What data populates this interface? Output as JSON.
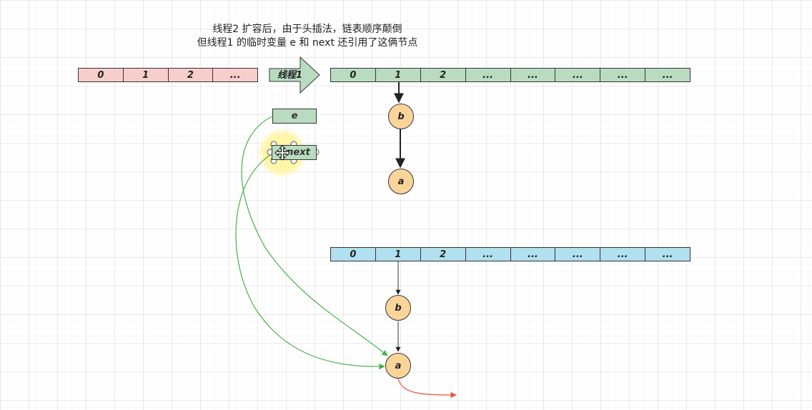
{
  "caption": {
    "line1": "线程2 扩容后，由于头插法，链表顺序颠倒",
    "line2": "但线程1 的临时变量 e 和 next 还引用了这俩节点"
  },
  "old_array": [
    "0",
    "1",
    "2",
    "..."
  ],
  "thread_arrow_label": "线程1",
  "table_top": [
    "0",
    "1",
    "2",
    "...",
    "...",
    "...",
    "...",
    "..."
  ],
  "table_bottom": [
    "0",
    "1",
    "2",
    "...",
    "...",
    "...",
    "...",
    "..."
  ],
  "top_chain": [
    "b",
    "a"
  ],
  "bottom_chain": [
    "b",
    "a"
  ],
  "vars": {
    "e": "e",
    "next": "next"
  },
  "colors": {
    "old_array": "#f8cecc",
    "top_table": "#b9dcc0",
    "bottom_table": "#b1e0ef",
    "node": "#fbd49a",
    "pointer_green": "#4caf50",
    "pointer_red": "#e8553a",
    "selection_highlight": "#fff59d"
  }
}
